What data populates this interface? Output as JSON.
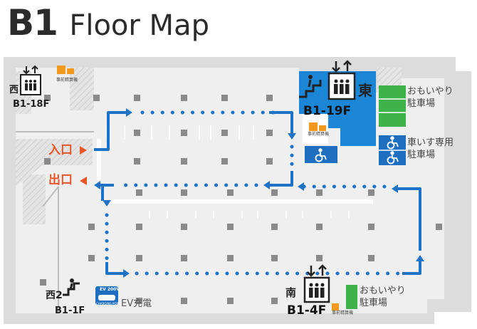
{
  "title": {
    "main": "B1",
    "sub": "Floor Map"
  },
  "elevators": {
    "west": {
      "direction": "西",
      "floors": "B1-18F"
    },
    "east": {
      "direction": "東",
      "floors": "B1-19F"
    },
    "south": {
      "direction": "南",
      "floors": "B1-4F"
    },
    "west2": {
      "direction": "西2",
      "floors": "B1-1F"
    }
  },
  "entrance": "入口",
  "exit": "出口",
  "prepay_machine": "事前精算機",
  "compact_parking": {
    "line1": "おもいやり",
    "line2": "駐車場"
  },
  "wheelchair_parking": {
    "line1": "車いす専用",
    "line2": "駐車場"
  },
  "ev_charging": {
    "label": "EV充電",
    "badge": "EV 200V",
    "badge_sub": "CHARGING POINT"
  },
  "colors": {
    "route": "#1f73c6",
    "entrance_exit": "#e8572a",
    "floor": "#ececec",
    "wall": "#cfcfcf",
    "pillar": "#8a8a8a",
    "elevator_hall": "#1b86d6",
    "compact_parking": "#3fb24a",
    "wheelchair_parking": "#1f6fc0",
    "prepay_machine": "#f39a1e"
  },
  "icons": [
    "elevator-icon",
    "stairs-icon",
    "wheelchair-icon",
    "payment-machine-icon",
    "ev-charger-icon",
    "arrow-up-down-icon"
  ]
}
